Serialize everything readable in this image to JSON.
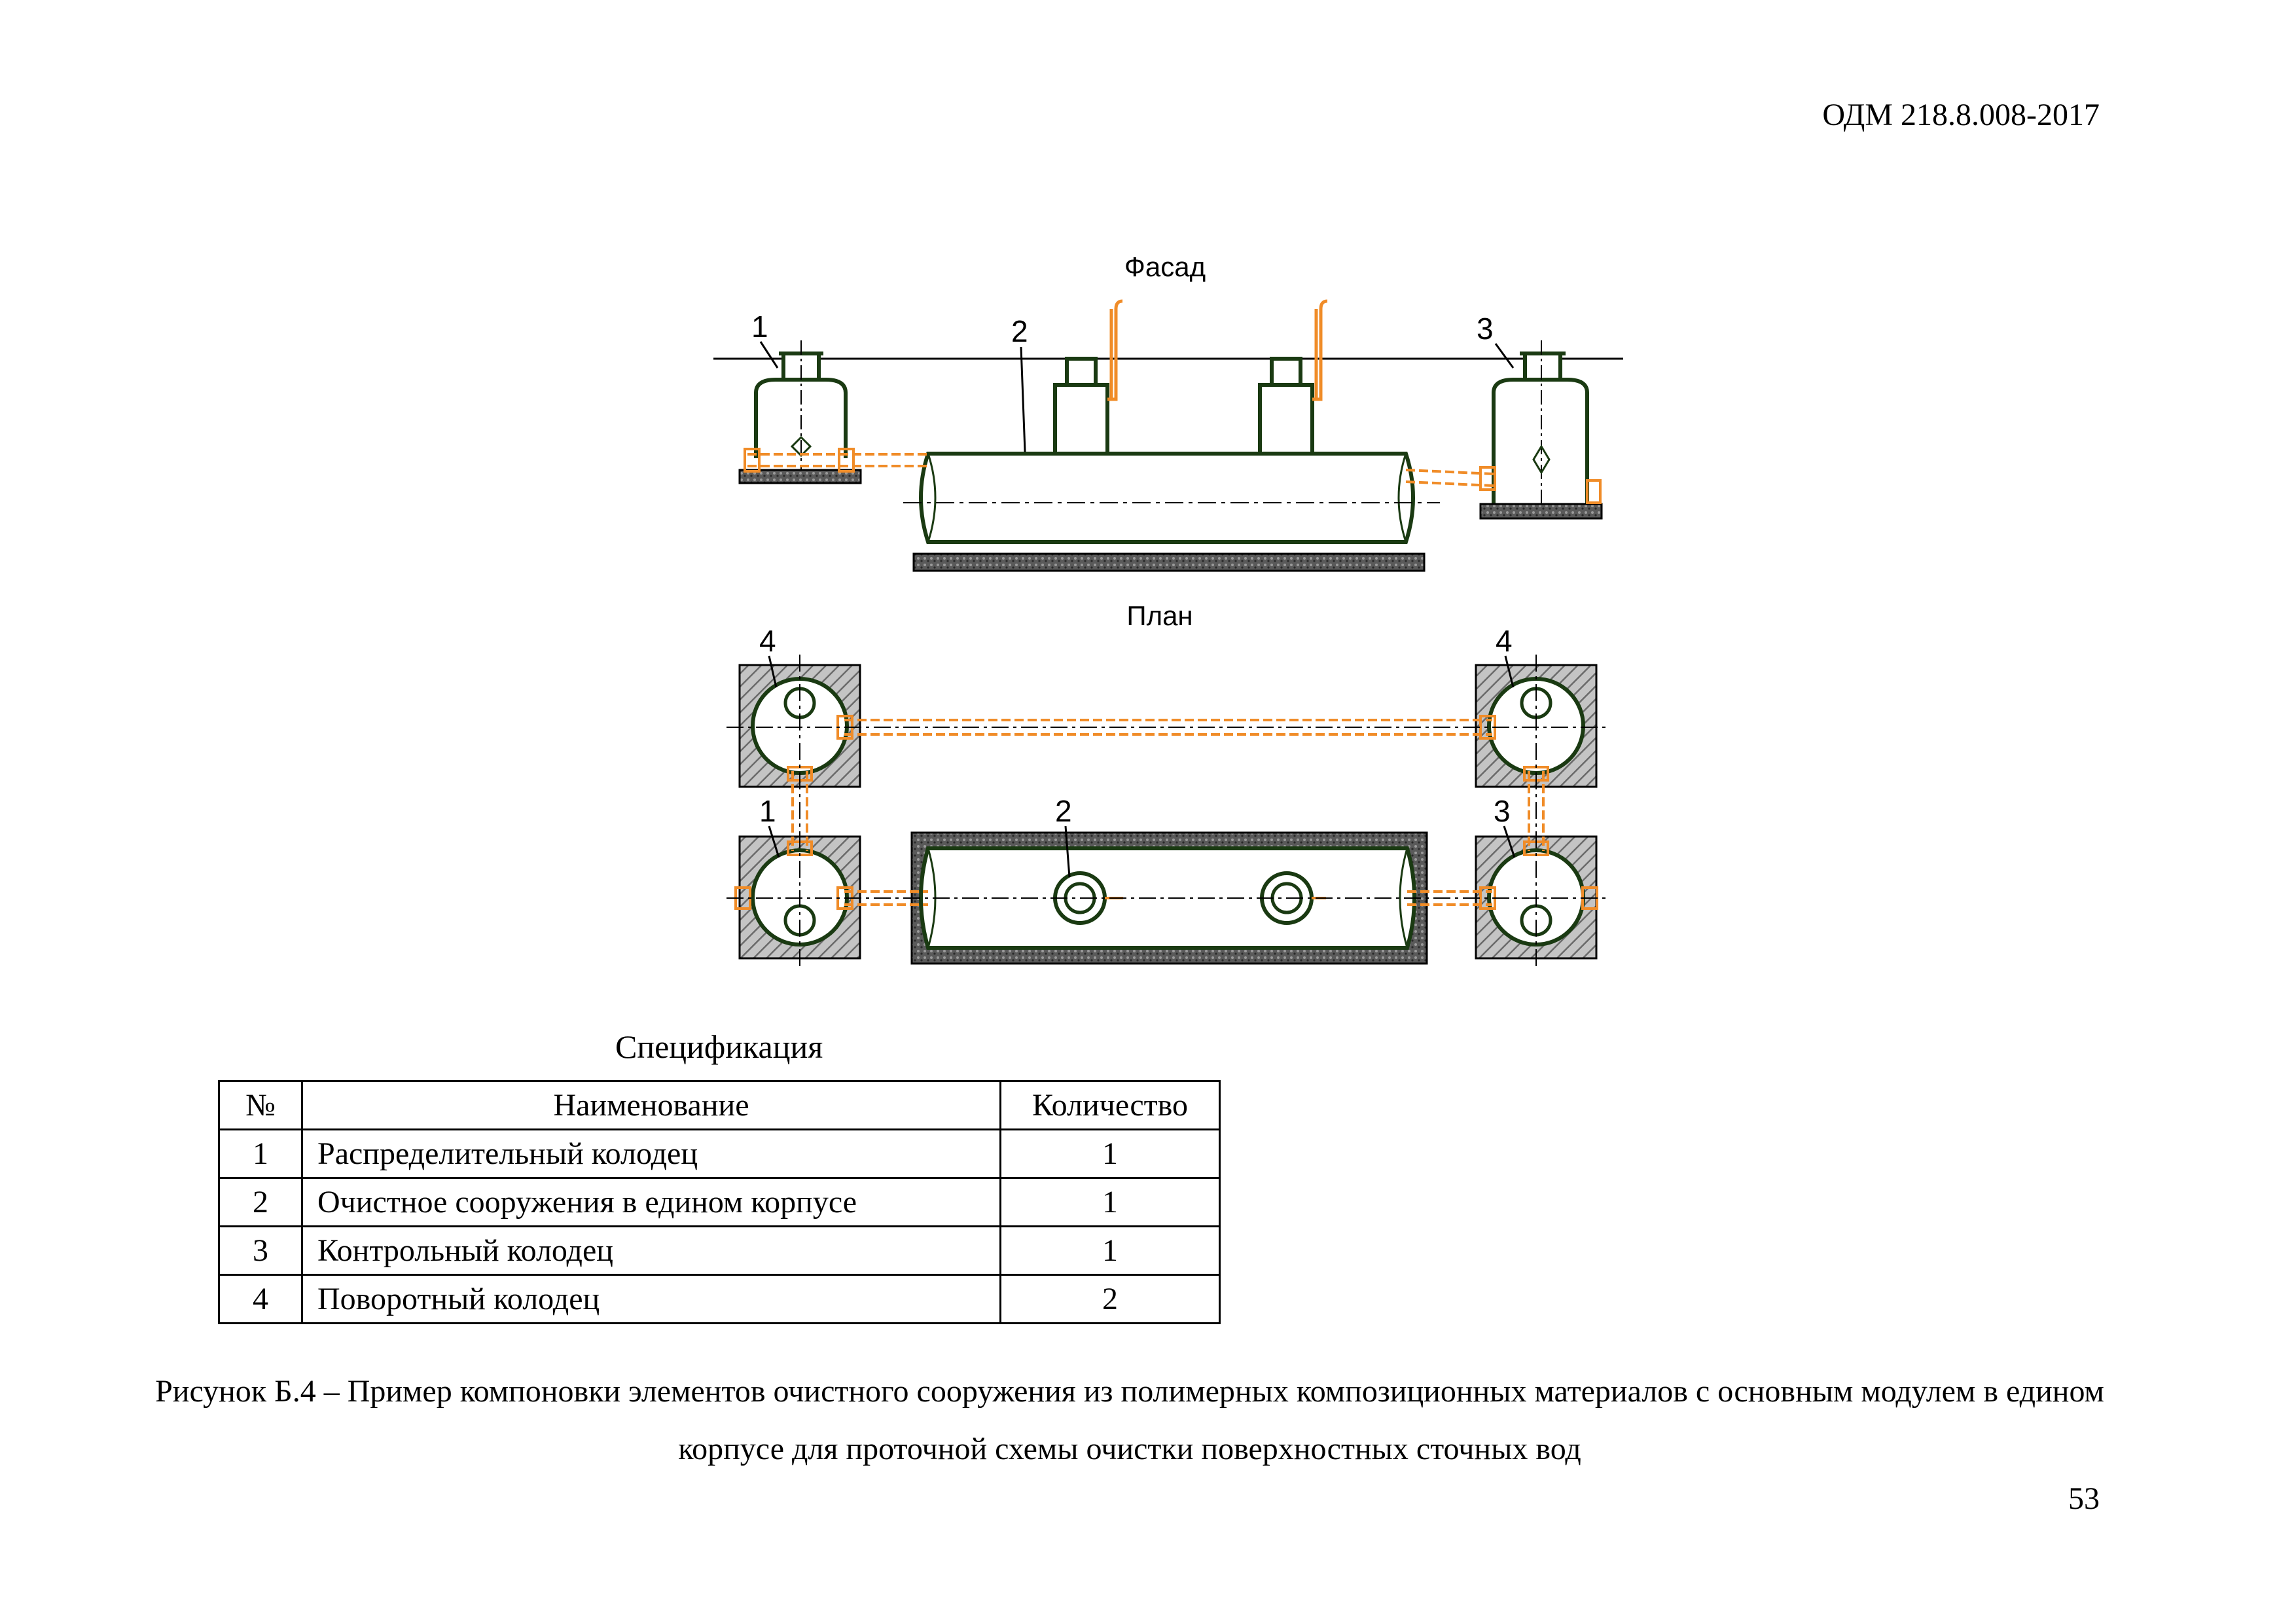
{
  "header": {
    "doc_code": "ОДМ 218.8.008-2017"
  },
  "figure": {
    "facade_title": "Фасад",
    "plan_title": "План",
    "callouts": {
      "facade_1": "1",
      "facade_2": "2",
      "facade_3": "3",
      "plan_4_left": "4",
      "plan_4_right": "4",
      "plan_1": "1",
      "plan_2": "2",
      "plan_3": "3"
    },
    "colors": {
      "structure": "#1a3a12",
      "pipe": "#f08c28",
      "hatch_fill": "#b8b8b8",
      "slab": "#555555"
    }
  },
  "specification": {
    "title": "Спецификация",
    "columns": [
      "№",
      "Наименование",
      "Количество"
    ],
    "rows": [
      [
        "1",
        "Распределительный колодец",
        "1"
      ],
      [
        "2",
        "Очистное сооружения в едином корпусе",
        "1"
      ],
      [
        "3",
        "Контрольный колодец",
        "1"
      ],
      [
        "4",
        "Поворотный колодец",
        "2"
      ]
    ]
  },
  "caption": "Рисунок Б.4 – Пример компоновки элементов очистного сооружения из полимерных композиционных материалов с основным модулем в едином корпусе для проточной схемы очистки поверхностных сточных вод",
  "footer": {
    "page_number": "53"
  }
}
